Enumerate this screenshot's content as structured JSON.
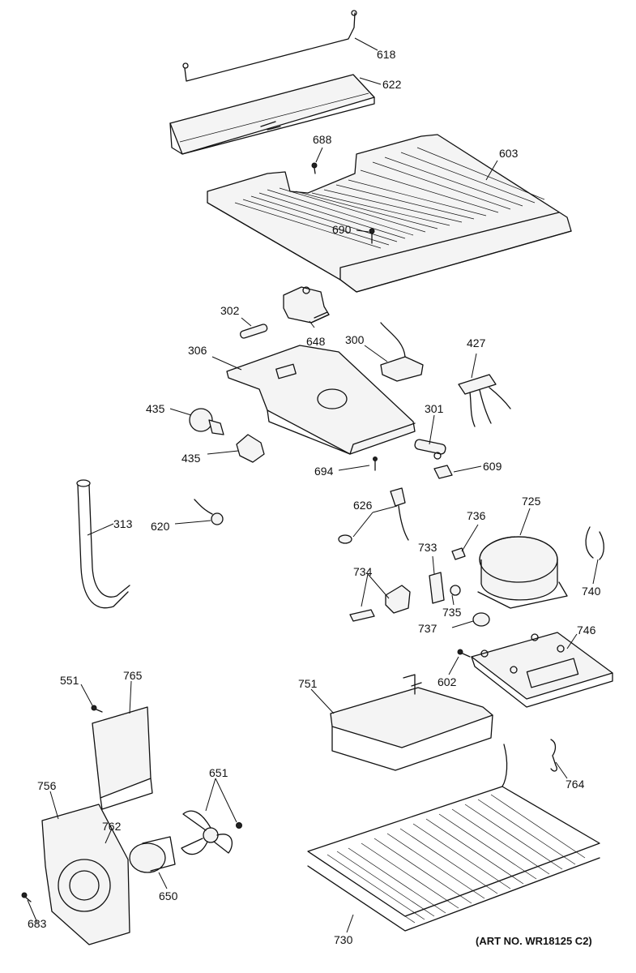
{
  "parts": {
    "p618": "618",
    "p622": "622",
    "p688": "688",
    "p603": "603",
    "p690": "690",
    "p302": "302",
    "p648": "648",
    "p300": "300",
    "p427": "427",
    "p306": "306",
    "p435a": "435",
    "p435b": "435",
    "p301": "301",
    "p694": "694",
    "p609": "609",
    "p313": "313",
    "p620": "620",
    "p626": "626",
    "p736": "736",
    "p725": "725",
    "p733": "733",
    "p734": "734",
    "p735": "735",
    "p740": "740",
    "p737": "737",
    "p746": "746",
    "p551": "551",
    "p765": "765",
    "p602": "602",
    "p751": "751",
    "p651": "651",
    "p764": "764",
    "p756": "756",
    "p762": "762",
    "p650": "650",
    "p683": "683",
    "p730": "730"
  },
  "art_number": "(ART NO. WR18125 C2)"
}
